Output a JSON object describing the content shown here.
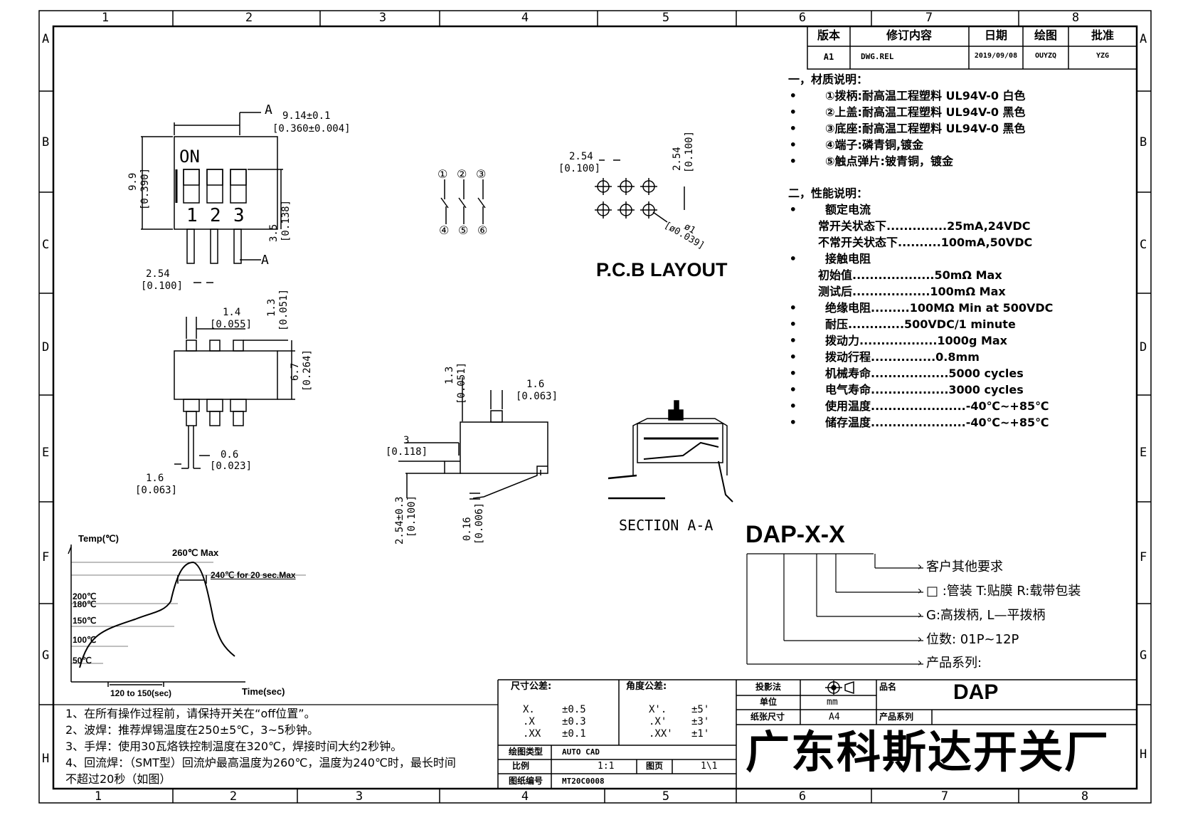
{
  "border": {
    "cols": [
      "1",
      "2",
      "3",
      "4",
      "5",
      "6",
      "7",
      "8"
    ],
    "rows": [
      "A",
      "B",
      "C",
      "D",
      "E",
      "F",
      "G",
      "H"
    ]
  },
  "revision_table": {
    "headers": [
      "版本",
      "修订内容",
      "日期",
      "绘图",
      "批准"
    ],
    "row": [
      "A1",
      "DWG.REL",
      "2019/09/08",
      "OUYZQ",
      "YZG"
    ]
  },
  "materials": {
    "title": "一，材质说明：",
    "items": [
      "①拨柄:耐高温工程塑料 UL94V-0 白色",
      "②上盖:耐高温工程塑料 UL94V-0 黑色",
      "③底座:耐高温工程塑料 UL94V-0 黑色",
      "④端子:磷青铜,镀金",
      "⑤触点弹片:铍青铜，镀金"
    ]
  },
  "performance": {
    "title": "二，性能说明：",
    "rated_current": "额定电流",
    "rated_lines": [
      "常开关状态下..............25mA,24VDC",
      "不常开关状态下..........100mA,50VDC"
    ],
    "contact_resistance": "接触电阻",
    "contact_lines": [
      "初始值...................50mΩ Max",
      "测试后..................100mΩ Max"
    ],
    "items": [
      "绝缘电阻.........100MΩ Min at 500VDC",
      "耐压.............500VDC/1 minute",
      "拨动力..................1000g Max",
      "拨动行程...............0.8mm",
      "机械寿命..................5000 cycles",
      "电气寿命..................3000 cycles",
      "使用温度......................-40℃~+85℃",
      "储存温度......................-40℃~+85℃"
    ]
  },
  "top_view": {
    "on_label": "ON",
    "pos_labels": [
      "1",
      "2",
      "3"
    ],
    "section_mark": "A",
    "dim_width": "9.14±0.1",
    "dim_width_in": "[0.360±0.004]",
    "dim_height": "9.9",
    "dim_height_in": "[0.390]",
    "dim_3_5": "3.5",
    "dim_3_5_in": "[0.138]",
    "dim_pitch": "2.54",
    "dim_pitch_in": "[0.100]"
  },
  "front_view": {
    "dim_1_4": "1.4",
    "dim_1_4_in": "[0.055]",
    "dim_1_3": "1.3",
    "dim_1_3_in": "[0.051]",
    "dim_6_7": "6.7",
    "dim_6_7_in": "[0.264]",
    "dim_0_6": "0.6",
    "dim_0_6_in": "[0.023]",
    "dim_1_6": "1.6",
    "dim_1_6_in": "[0.063]"
  },
  "schematic": {
    "top_nums": [
      "①",
      "②",
      "③"
    ],
    "bottom_nums": [
      "④",
      "⑤",
      "⑥"
    ]
  },
  "pcb": {
    "title": "P.C.B  LAYOUT",
    "dim_h": "2.54",
    "dim_h_in": "[0.100]",
    "dim_v": "2.54",
    "dim_v_in": "[0.100]",
    "hole": "ø1",
    "hole_in": "[ø0.039]"
  },
  "side_view": {
    "dim_1_3": "1.3",
    "dim_1_3_in": "[0.051]",
    "dim_1_6": "1.6",
    "dim_1_6_in": "[0.063]",
    "dim_3": "3",
    "dim_3_in": "[0.118]",
    "dim_2_54": "2.54±0.3",
    "dim_2_54_in": "[0.100]",
    "dim_0_16": "0.16",
    "dim_0_16_in": "[0.006]"
  },
  "section": {
    "label": "SECTION  A-A"
  },
  "part_code": {
    "code": "DAP-X-X",
    "lines": [
      "客户其他要求",
      "□ :管装  T:贴膜   R:载带包装",
      "G:高拨柄, L—平拨柄",
      "位数: 01P~12P",
      "产品系列:"
    ]
  },
  "reflow": {
    "ylabel": "Temp(℃)",
    "xlabel": "Time(sec)",
    "peak": "260℃ Max",
    "hold": "240℃ for 20 sec.Max",
    "temps": [
      "200℃",
      "180℃",
      "150℃",
      "100℃",
      "50℃"
    ],
    "preheat": "120 to 150(sec)"
  },
  "notes": [
    "1、在所有操作过程前，请保持开关在“off位置”。",
    "2、波焊：推荐焊锡温度在250±5℃，3~5秒钟。",
    "3、手焊：使用30瓦烙铁控制温度在320℃，焊接时间大约2秒钟。",
    "4、回流焊：（SMT型）回流炉最高温度为260℃，温度为240℃时，最长时间",
    "不超过20秒（如图）"
  ],
  "title_block": {
    "tol_dim": "尺寸公差:",
    "tol_dim_rows": [
      [
        "X.",
        "±0.5"
      ],
      [
        ".X",
        "±0.3"
      ],
      [
        ".XX",
        "±0.1"
      ]
    ],
    "tol_ang": "角度公差:",
    "tol_ang_rows": [
      [
        "X'.",
        "±5'"
      ],
      [
        ".X'",
        "±3'"
      ],
      [
        ".XX'",
        "±1'"
      ]
    ],
    "projection_label": "投影法",
    "unit_label": "单位",
    "unit": "mm",
    "paper_label": "纸张尺寸",
    "paper": "A4",
    "name_label": "品名",
    "name": "DAP",
    "series_label": "产品系列",
    "series": "",
    "software_label": "绘图类型",
    "software": "AUTO CAD",
    "scale_label": "比例",
    "scale": "1:1",
    "page_label": "图页",
    "page": "1\\1",
    "drawing_no_label": "图纸编号",
    "drawing_no": "MT20C0008",
    "company": "广东科斯达开关厂"
  }
}
